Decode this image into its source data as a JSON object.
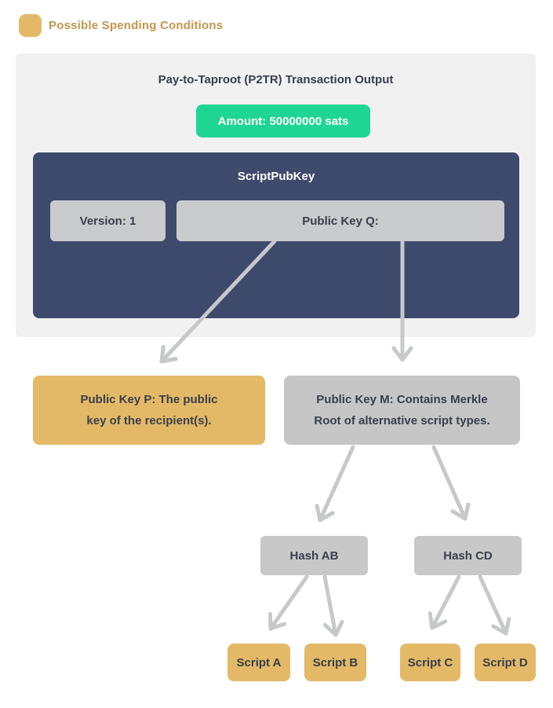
{
  "legend": {
    "label": "Possible Spending Conditions"
  },
  "card": {
    "title": "Pay-to-Taproot (P2TR) Transaction Output",
    "amount_badge": "Amount: 50000000 sats",
    "scriptpubkey": {
      "title": "ScriptPubKey",
      "version_label": "Version: 1",
      "pubkey_q_label": "Public Key Q:"
    }
  },
  "nodes": {
    "pubkey_p": {
      "line1": "Public Key P: The public",
      "line2": "key of the recipient(s)."
    },
    "pubkey_m": {
      "line1": "Public Key M: Contains Merkle",
      "line2": "Root of alternative script types."
    },
    "hash_ab": "Hash AB",
    "hash_cd": "Hash CD",
    "script_a": "Script A",
    "script_b": "Script B",
    "script_c": "Script C",
    "script_d": "Script D"
  },
  "colors": {
    "gold": "#e3b967",
    "gold_legend_text": "#c3954e",
    "green": "#1fd593",
    "navy": "#3d4a6c",
    "gray_field": "#cacbcc",
    "gray_node": "#c6c6c7",
    "panel": "#f1f1f2",
    "arrow": "#c7c8ca",
    "dark_text": "#393f4a",
    "white_text": "#ffffff"
  }
}
